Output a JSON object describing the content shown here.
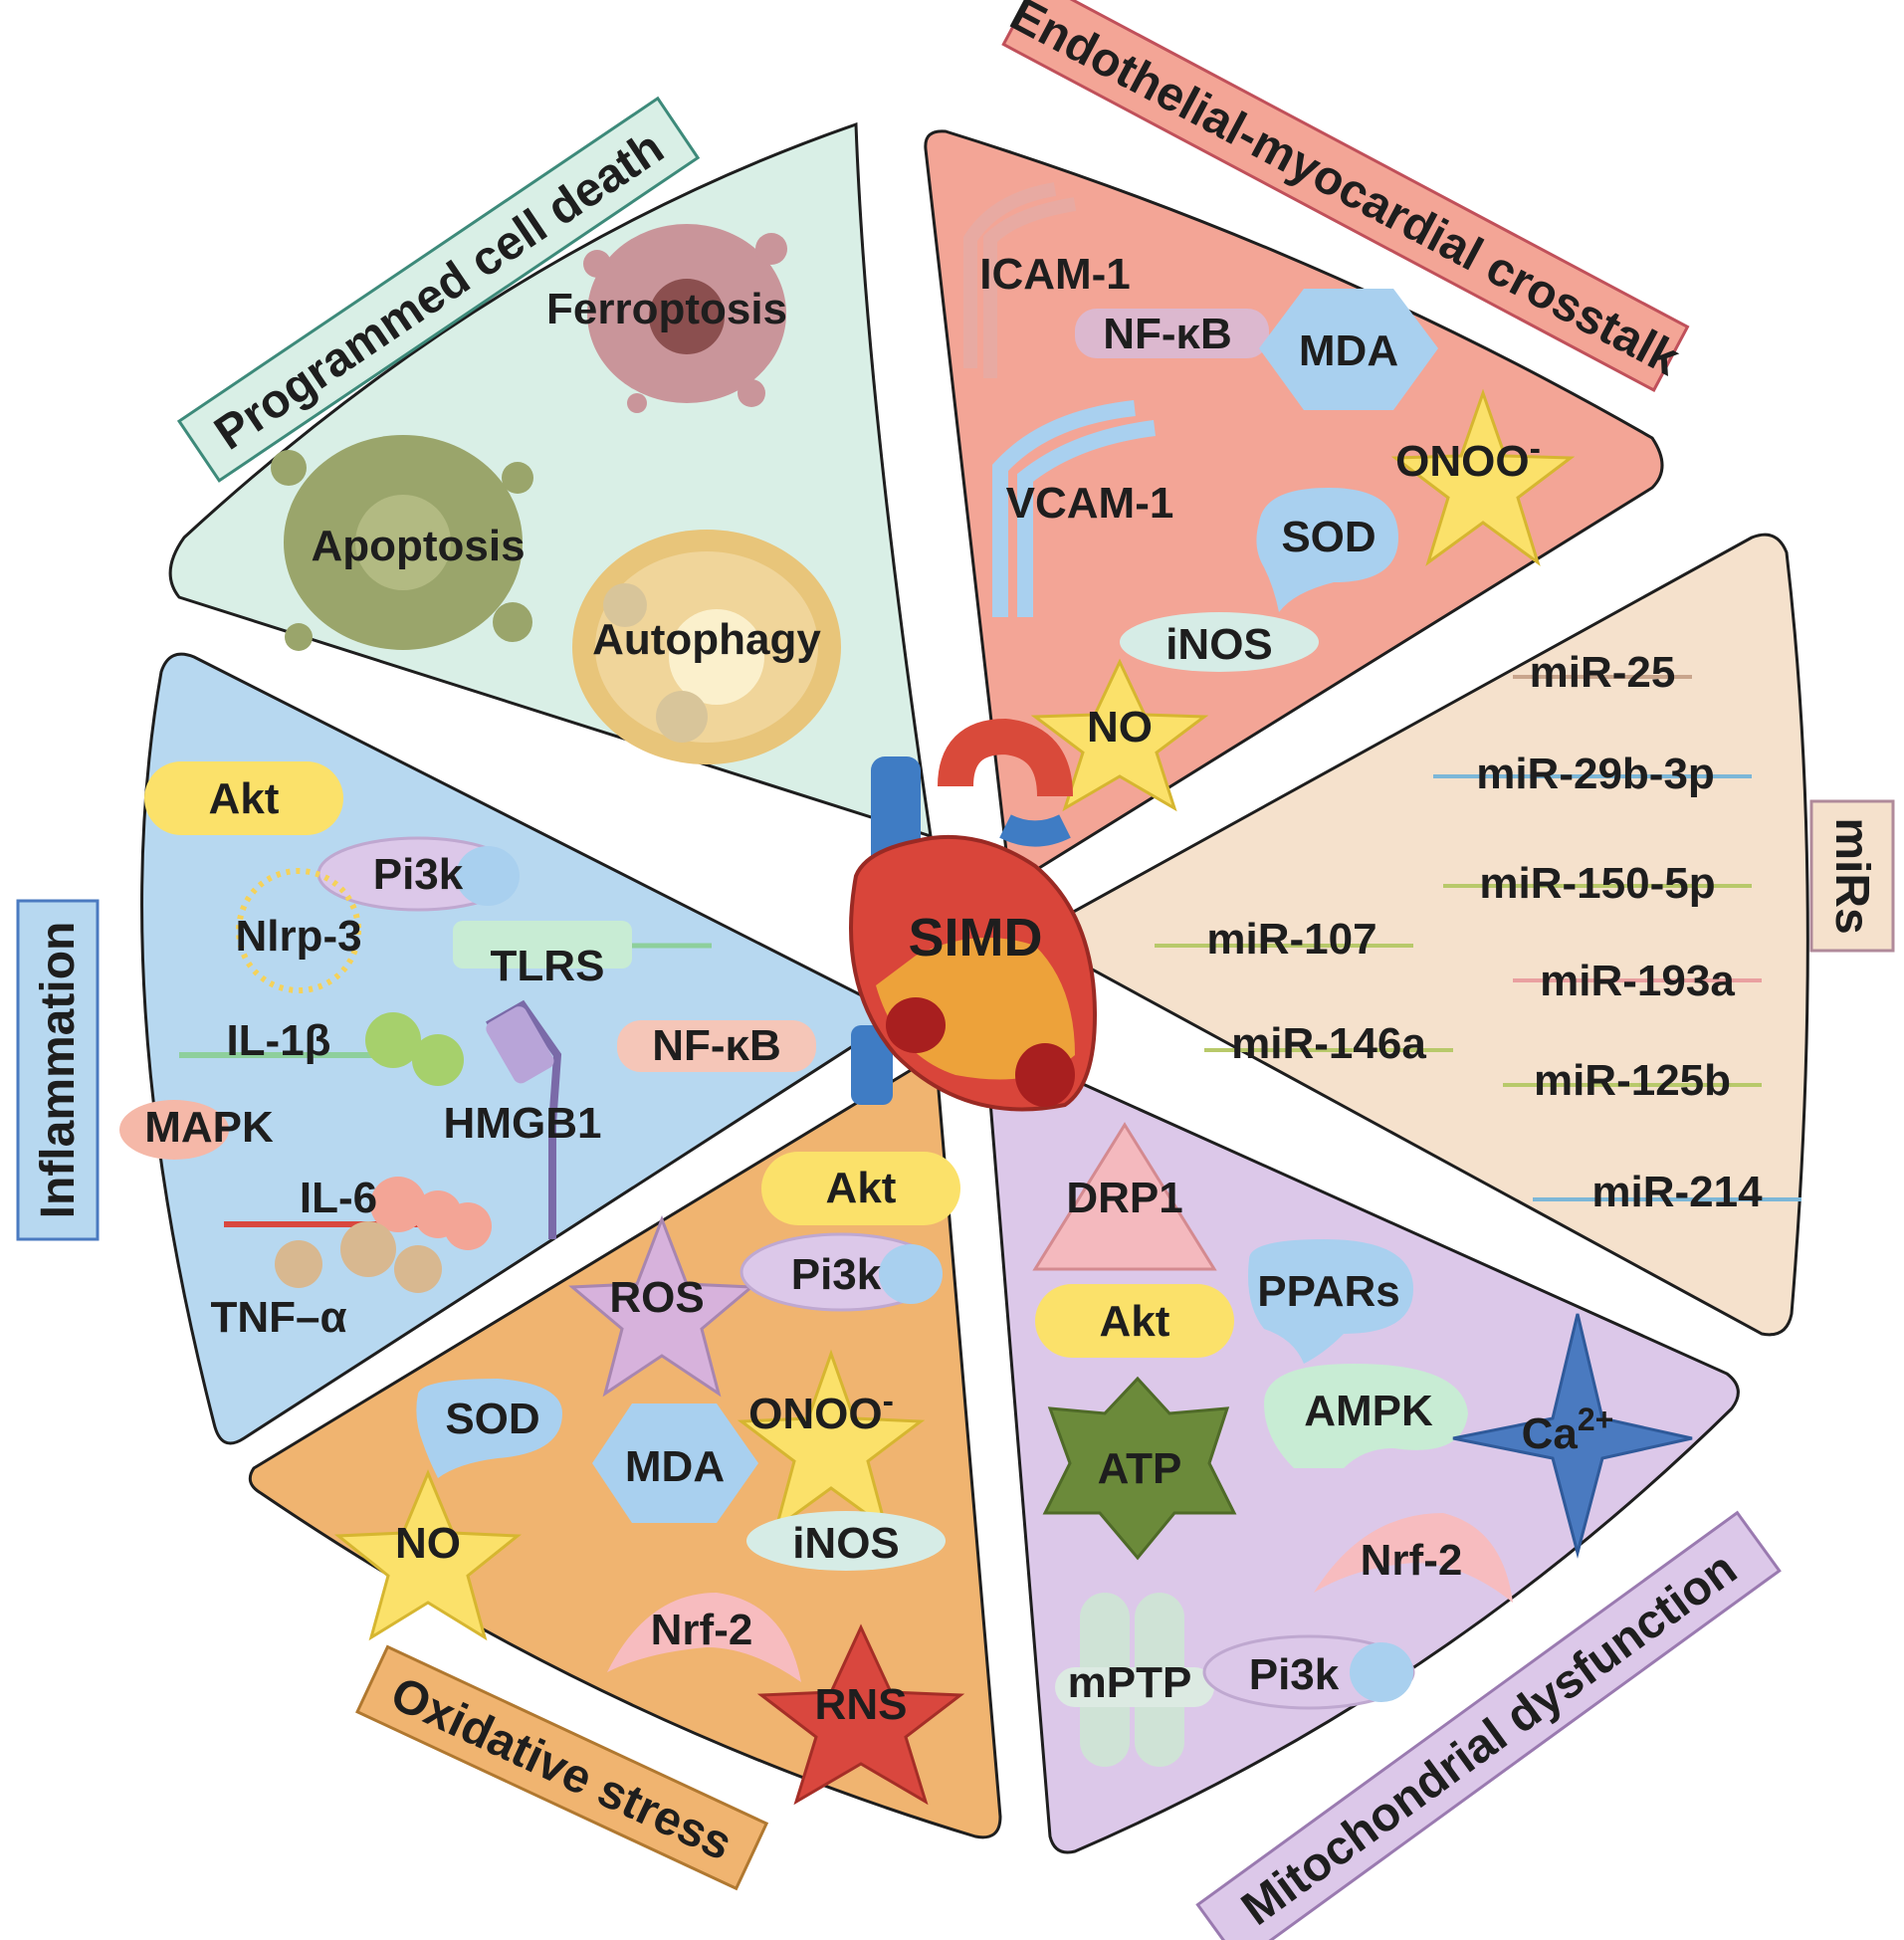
{
  "center": {
    "label": "SIMD"
  },
  "sectors": {
    "programmed_cell_death": {
      "title": "Programmed cell death",
      "color": "#d9efe6",
      "items": {
        "ferroptosis": "Ferroptosis",
        "apoptosis": "Apoptosis",
        "autophagy": "Autophagy"
      }
    },
    "endothelial": {
      "title": "Endothelial-myocardial crosstalk",
      "color": "#f3a596",
      "items": {
        "icam1": "ICAM-1",
        "nfkb": "NF-κB",
        "mda": "MDA",
        "onoo": "ONOO",
        "onoo_sup": "-",
        "vcam1": "VCAM-1",
        "sod": "SOD",
        "inos": "iNOS",
        "no": "NO"
      }
    },
    "mirs": {
      "title": "miRs",
      "color": "#f5e1cc",
      "items": [
        "miR-25",
        "miR-29b-3p",
        "miR-150-5p",
        "miR-107",
        "miR-193a",
        "miR-146a",
        "miR-125b",
        "miR-214"
      ]
    },
    "mitochondrial": {
      "title": "Mitochondrial dysfunction",
      "color": "#dcc8e9",
      "items": {
        "drp1": "DRP1",
        "ppars": "PPARs",
        "akt": "Akt",
        "ampk": "AMPK",
        "ca": "Ca",
        "ca_sup": "2+",
        "atp": "ATP",
        "nrf2": "Nrf-2",
        "mptp": "mPTP",
        "pi3k": "Pi3k"
      }
    },
    "oxidative": {
      "title": "Oxidative stress",
      "color": "#f0b470",
      "items": {
        "akt": "Akt",
        "ros": "ROS",
        "pi3k": "Pi3k",
        "sod": "SOD",
        "onoo": "ONOO",
        "onoo_sup": "-",
        "mda": "MDA",
        "no": "NO",
        "inos": "iNOS",
        "nrf2": "Nrf-2",
        "rns": "RNS"
      }
    },
    "inflammation": {
      "title": "Inflammation",
      "color": "#b7d8f0",
      "items": {
        "akt": "Akt",
        "pi3k": "Pi3k",
        "nlrp3": "Nlrp-3",
        "tlrs": "TLRS",
        "il1b": "IL-1β",
        "nfkb": "NF-κB",
        "mapk": "MAPK",
        "hmgb1": "HMGB1",
        "il6": "IL-6",
        "tnfa": "TNF–α"
      }
    }
  }
}
